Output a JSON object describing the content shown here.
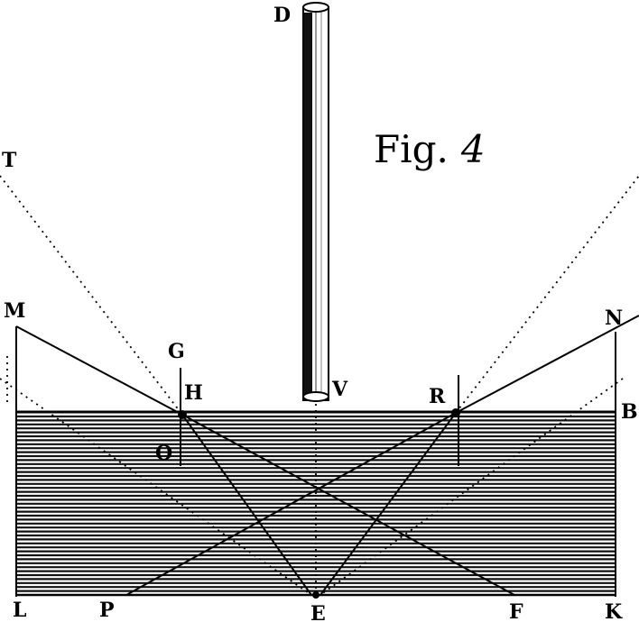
{
  "figure": {
    "title": "Fig. 4",
    "title_word": "Fig.",
    "title_number": "4"
  },
  "labels": {
    "D": "D",
    "T": "T",
    "M": "M",
    "G": "G",
    "H": "H",
    "V": "V",
    "R": "R",
    "N": "N",
    "B": "B",
    "O": "O",
    "L": "L",
    "P": "P",
    "E": "E",
    "F": "F",
    "K": "K"
  },
  "colors": {
    "ink": "#000000",
    "paper": "#ffffff"
  }
}
